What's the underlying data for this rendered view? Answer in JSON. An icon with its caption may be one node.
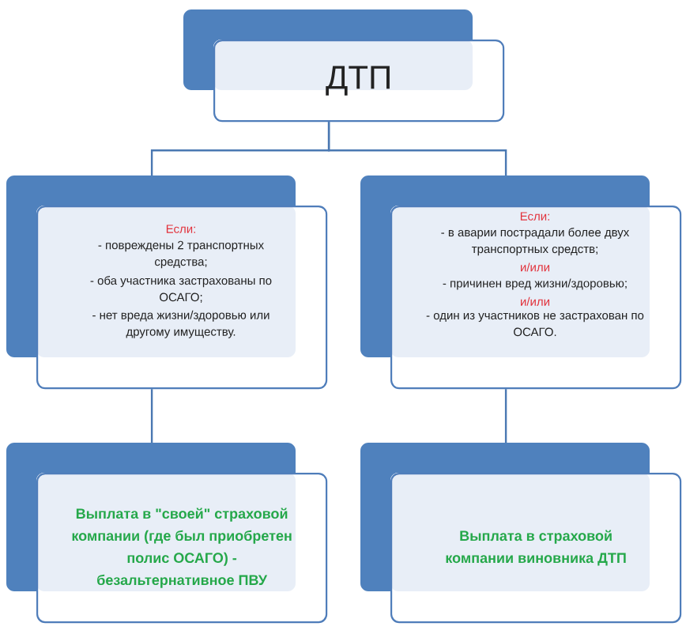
{
  "diagram": {
    "nodes": [
      {
        "text": [
          "ДТП"
        ]
      },
      {
        "text": [
          "Если:",
          "- повреждены 2 транспортных средства;",
          "- оба участника застрахованы по ОСАГО;",
          "- нет вреда жизни/здоровью или другому имуществу."
        ]
      },
      {
        "text": [
          "Если:",
          "- в аварии пострадали более двух транспортных средств;",
          "и/или",
          "- причинен вред жизни/здоровью;",
          "и/или",
          "- один из участников не застрахован по ОСАГО."
        ]
      },
      {
        "text": [
          "Выплата в \"своей\" страховой компании (где был приобретен полис ОСАГО) - безальтернативное ПВУ"
        ]
      },
      {
        "text": [
          "Выплата в страховой компании виновника ДТП"
        ]
      }
    ],
    "edges": [
      {
        "from": 0,
        "to": 1,
        "arrow": "none"
      },
      {
        "from": 0,
        "to": 2,
        "arrow": "none"
      },
      {
        "from": 1,
        "to": 3,
        "arrow": "none"
      },
      {
        "from": 2,
        "to": 4,
        "arrow": "none"
      }
    ]
  }
}
